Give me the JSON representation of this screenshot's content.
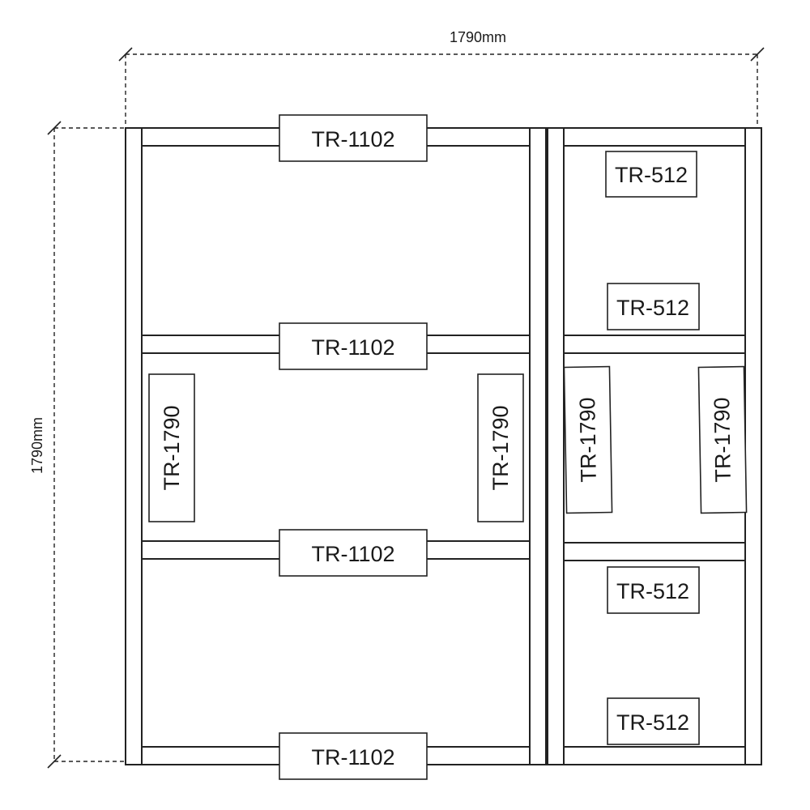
{
  "dimensions": {
    "width_label": "1790mm",
    "height_label": "1790mm"
  },
  "labels": {
    "tr1102": "TR-1102",
    "tr512": "TR-512",
    "tr1790": "TR-1790"
  }
}
